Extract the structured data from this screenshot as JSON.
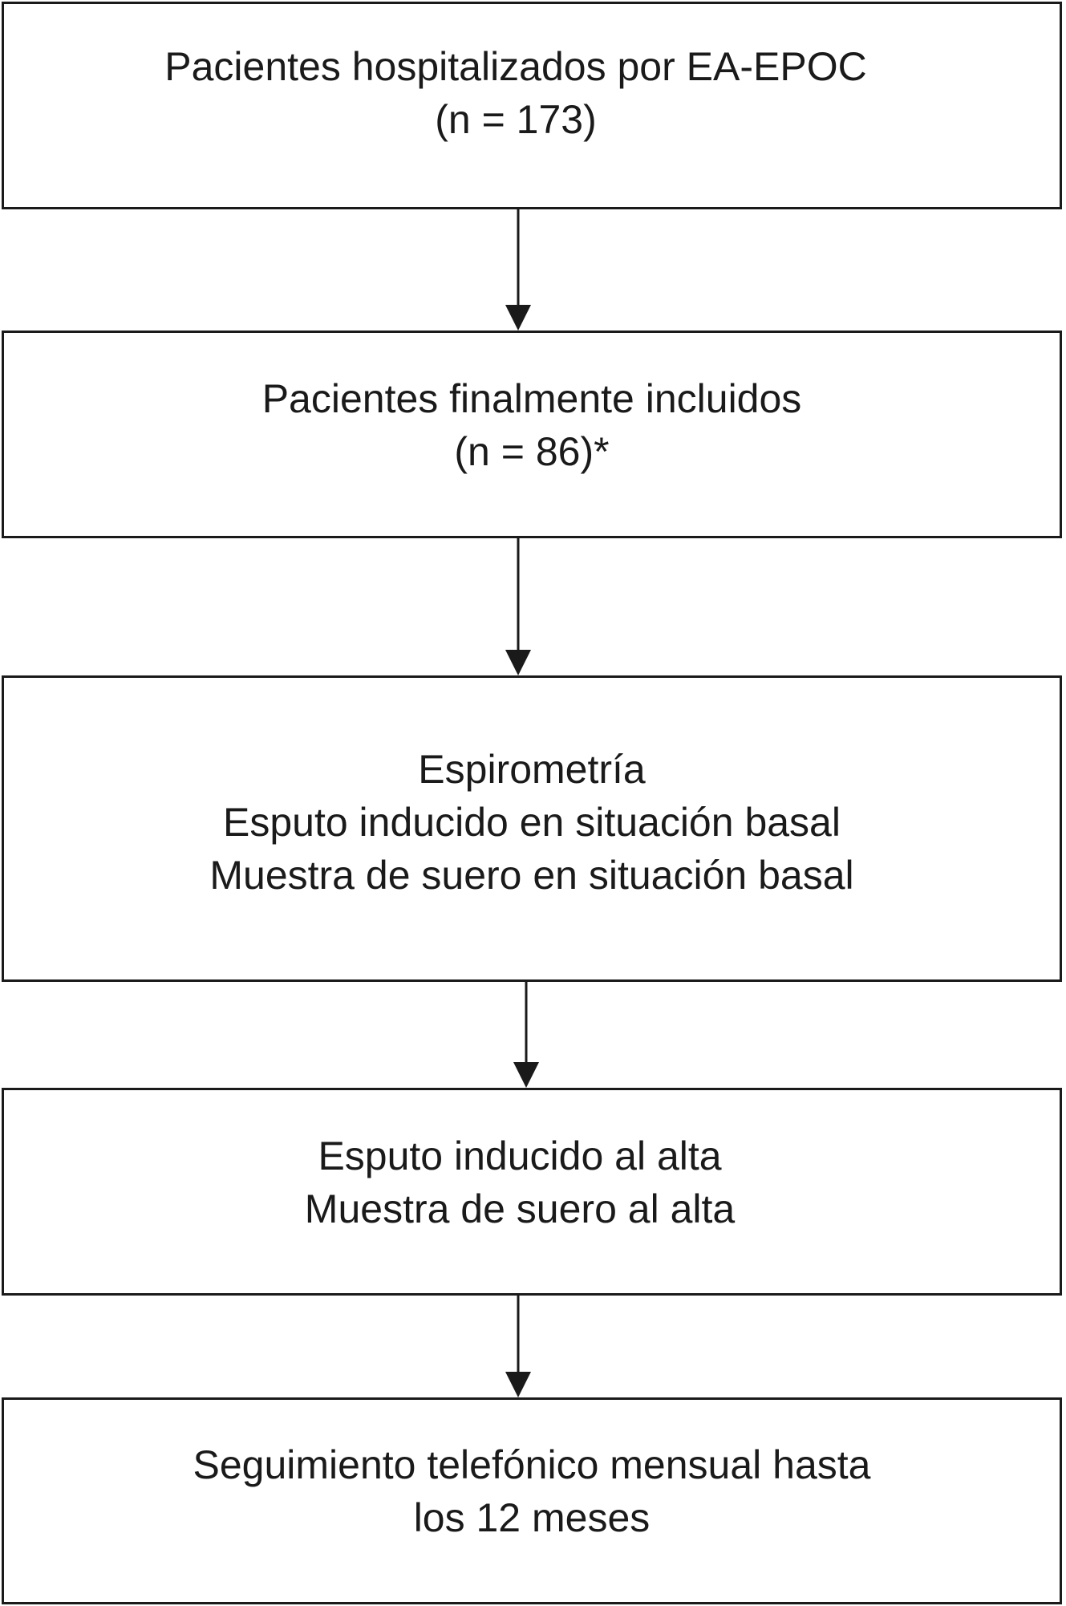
{
  "flowchart": {
    "steps": [
      {
        "lines": [
          "Pacientes hospitalizados por EA-EPOC",
          "(n = 173)"
        ]
      },
      {
        "lines": [
          "Pacientes finalmente incluidos",
          "(n = 86)*"
        ]
      },
      {
        "lines": [
          "Espirometría",
          "Esputo inducido en situación basal",
          "Muestra de suero en situación basal"
        ]
      },
      {
        "lines": [
          "Esputo inducido al alta",
          "Muestra de suero al alta"
        ]
      },
      {
        "lines": [
          "Seguimiento telefónico mensual hasta",
          "los 12 meses"
        ]
      }
    ]
  },
  "colors": {
    "stroke": "#1a1a1a",
    "background": "#ffffff"
  }
}
